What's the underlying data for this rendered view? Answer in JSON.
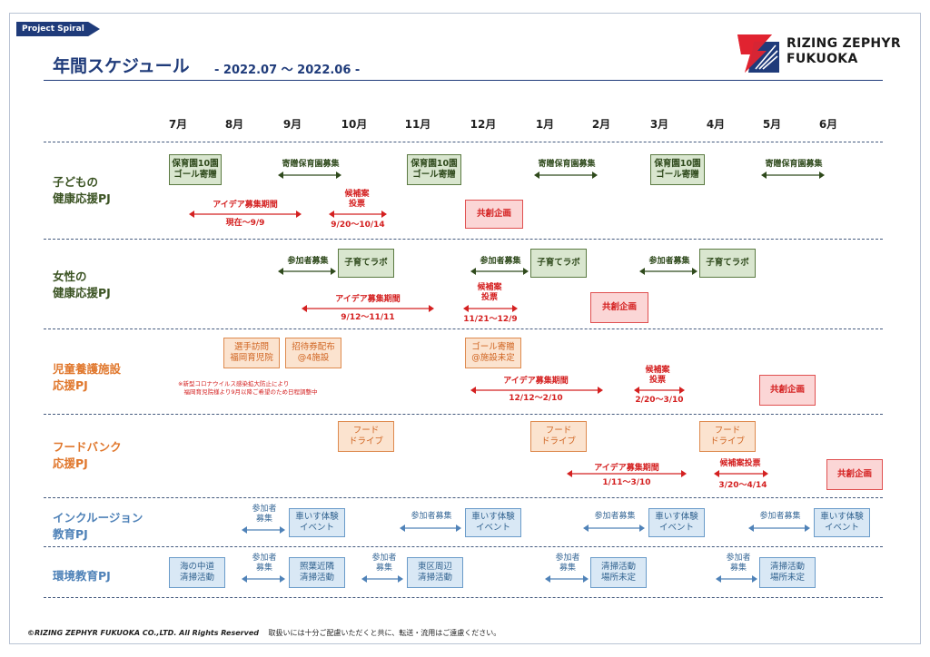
{
  "header": {
    "tag": "Project Spiral",
    "title": "年間スケジュール",
    "period": "- 2022.07 〜 2022.06 -",
    "brand_line1": "RIZING ZEPHYR",
    "brand_line2": "FUKUOKA"
  },
  "months": [
    "7月",
    "8月",
    "9月",
    "10月",
    "11月",
    "12月",
    "1月",
    "2月",
    "3月",
    "4月",
    "5月",
    "6月"
  ],
  "rows": {
    "kodomo": {
      "label": "子どもの\n健康応援PJ",
      "box_goal_1": "保育園10園\nゴール寄贈",
      "box_goal_2": "保育園10園\nゴール寄贈",
      "box_goal_3": "保育園10園\nゴール寄贈",
      "recruit_1": "寄贈保育園募集",
      "recruit_2": "寄贈保育園募集",
      "recruit_3": "寄贈保育園募集",
      "idea_title": "アイデア募集期間",
      "idea_date": "現在〜9/9",
      "vote_title": "候補案\n投票",
      "vote_date": "9/20〜10/14",
      "kyoso": "共創企画"
    },
    "josei": {
      "label": "女性の\n健康応援PJ",
      "recruit_1": "参加者募集",
      "recruit_2": "参加者募集",
      "recruit_3": "参加者募集",
      "lab_1": "子育てラボ",
      "lab_2": "子育てラボ",
      "lab_3": "子育てラボ",
      "idea_title": "アイデア募集期間",
      "idea_date": "9/12〜11/11",
      "vote_title": "候補案\n投票",
      "vote_date": "11/21〜12/9",
      "kyoso": "共創企画"
    },
    "jido": {
      "label": "児童養護施設\n応援PJ",
      "visit": "選手訪問\n福岡育児院",
      "ticket": "招待券配布\n@4施設",
      "goal": "ゴール寄贈\n@施設未定",
      "note": "※新型コロナウイルス感染拡大防止により\n　福岡育児院様より9月以降ご希望のため日程調整中",
      "idea_title": "アイデア募集期間",
      "idea_date": "12/12〜2/10",
      "vote_title": "候補案\n投票",
      "vote_date": "2/20〜3/10",
      "kyoso": "共創企画"
    },
    "food": {
      "label": "フードバンク\n応援PJ",
      "drive_1": "フード\nドライブ",
      "drive_2": "フード\nドライブ",
      "drive_3": "フード\nドライブ",
      "idea_title": "アイデア募集期間",
      "idea_date": "1/11〜3/10",
      "vote_title": "候補案投票",
      "vote_date": "3/20〜4/14",
      "kyoso": "共創企画"
    },
    "inclusion": {
      "label": "インクルージョン\n教育PJ",
      "recruit_1": "参加者\n募集",
      "recruit_2": "参加者募集",
      "recruit_3": "参加者募集",
      "recruit_4": "参加者募集",
      "event_1": "車いす体験\nイベント",
      "event_2": "車いす体験\nイベント",
      "event_3": "車いす体験\nイベント",
      "event_4": "車いす体験\nイベント"
    },
    "kankyo": {
      "label": "環境教育PJ",
      "clean_1": "海の中道\n清掃活動",
      "recruit_1": "参加者\n募集",
      "clean_2": "照葉近隣\n清掃活動",
      "recruit_2": "参加者\n募集",
      "clean_3": "東区周辺\n清掃活動",
      "recruit_3": "参加者\n募集",
      "clean_4": "清掃活動\n場所未定",
      "recruit_4": "参加者\n募集",
      "clean_5": "清掃活動\n場所未定"
    }
  },
  "footer": {
    "copyright": "©RIZING ZEPHYR FUKUOKA CO.,LTD. All Rights Reserved",
    "notice": "取扱いには十分ご配慮いただくと共に、転送・流用はご遠慮ください。"
  },
  "colors": {
    "navy": "#1f3b7a",
    "green": "#3b5323",
    "orange": "#e0772c",
    "blue": "#4f82b8",
    "red": "#d42020"
  }
}
